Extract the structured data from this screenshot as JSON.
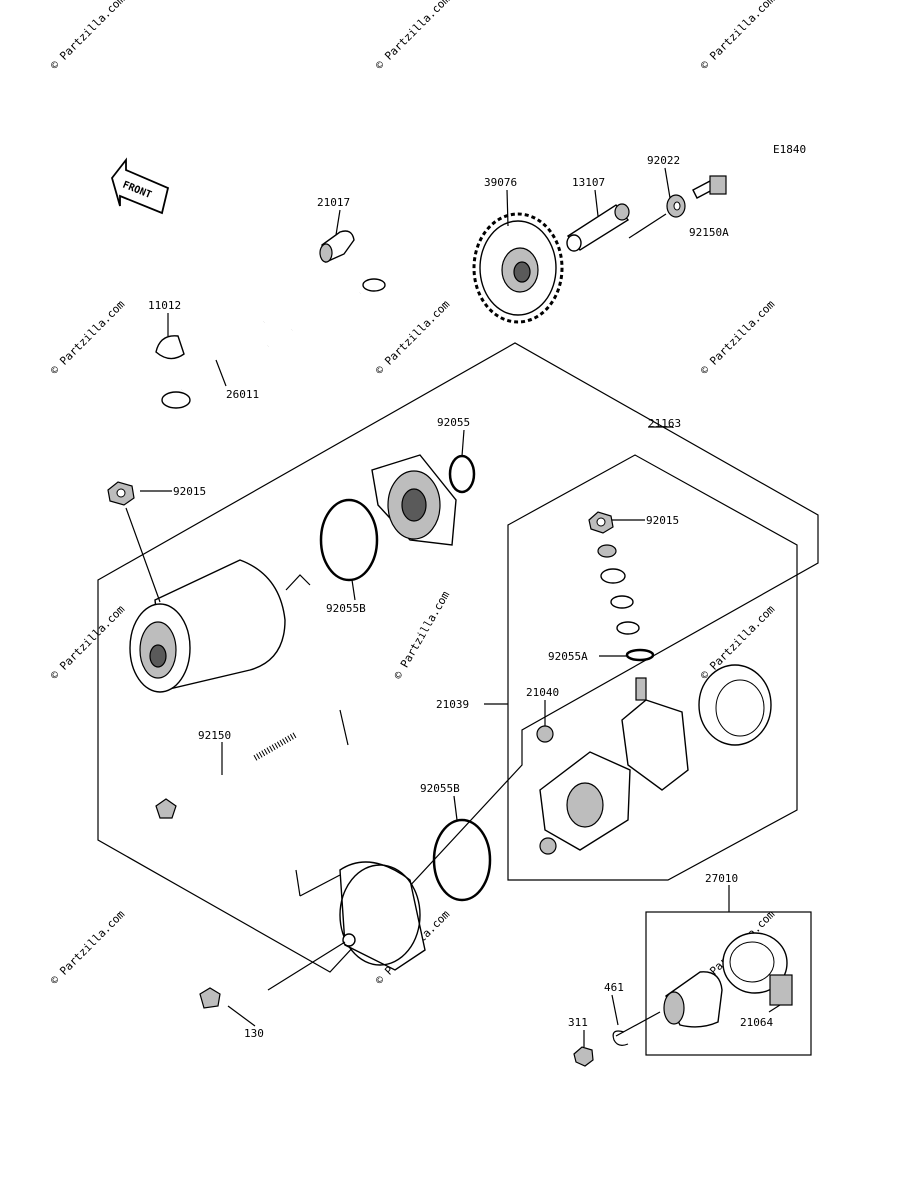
{
  "diagram_code": "E1840",
  "front_label": "FRONT",
  "watermark_text": "© Partzilla.com",
  "part_numbers": {
    "p39076": "39076",
    "p13107": "13107",
    "p92022": "92022",
    "p92150A": "92150A",
    "p21017": "21017",
    "p11012": "11012",
    "p26011": "26011",
    "p21163": "21163",
    "p92055": "92055",
    "p92015_outer": "92015",
    "p92015_inner": "92015",
    "p92055B_upper": "92055B",
    "p92055B_lower": "92055B",
    "p92055A": "92055A",
    "p21039": "21039",
    "p21040": "21040",
    "p92150": "92150",
    "p27010": "27010",
    "p461": "461",
    "p311": "311",
    "p21064": "21064",
    "p130": "130"
  }
}
